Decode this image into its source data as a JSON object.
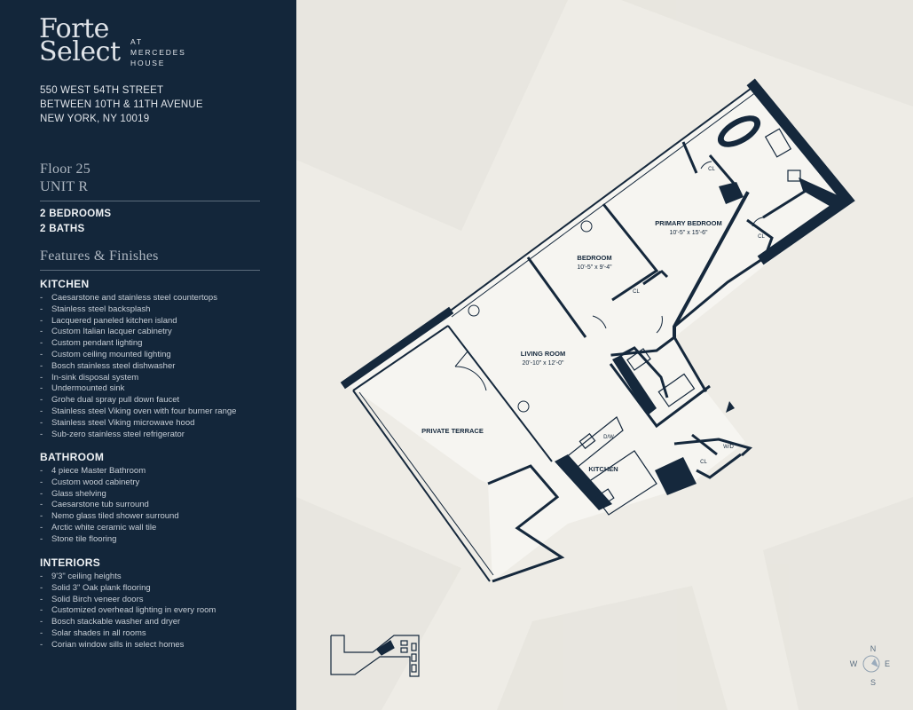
{
  "brand": {
    "word1": "Forte",
    "word2": "Select",
    "sub": [
      "AT",
      "MERCEDES",
      "HOUSE"
    ]
  },
  "address": [
    "550 WEST 54TH STREET",
    "BETWEEN 10TH & 11TH AVENUE",
    "NEW YORK, NY 10019"
  ],
  "unit": {
    "floor": "Floor 25",
    "unit": "UNIT R",
    "bedrooms": "2 BEDROOMS",
    "baths": "2 BATHS"
  },
  "features_title": "Features & Finishes",
  "sections": [
    {
      "title": "KITCHEN",
      "items": [
        "Caesarstone and stainless steel countertops",
        "Stainless steel backsplash",
        "Lacquered paneled kitchen island",
        "Custom Italian lacquer cabinetry",
        "Custom pendant lighting",
        "Custom ceiling mounted lighting",
        "Bosch stainless steel dishwasher",
        "In-sink disposal system",
        "Undermounted sink",
        "Grohe dual spray pull down faucet",
        "Stainless steel Viking oven with four burner range",
        "Stainless steel Viking microwave hood",
        "Sub-zero stainless steel refrigerator"
      ]
    },
    {
      "title": "BATHROOM",
      "items": [
        "4 piece Master Bathroom",
        "Custom wood cabinetry",
        "Glass shelving",
        "Caesarstone tub surround",
        "Nemo glass tiled shower surround",
        "Arctic white ceramic wall tile",
        "Stone tile flooring"
      ]
    },
    {
      "title": "INTERIORS",
      "items": [
        "9'3\" ceiling heights",
        "Solid 3\" Oak plank flooring",
        "Solid Birch veneer doors",
        "Customized overhead lighting in every room",
        "Bosch stackable washer and dryer",
        "Solar shades in all rooms",
        "Corian window sills in select homes"
      ]
    }
  ],
  "rooms": {
    "primary_bedroom": {
      "name": "PRIMARY BEDROOM",
      "dims": "10'-5\" x 15'-6\""
    },
    "bedroom": {
      "name": "BEDROOM",
      "dims": "10'-5\" x 9'-4\""
    },
    "living_room": {
      "name": "LIVING ROOM",
      "dims": "20'-10\" x 12'-0\""
    },
    "private_terrace": {
      "name": "PRIVATE TERRACE"
    },
    "kitchen": {
      "name": "KITCHEN"
    },
    "dw": "D/W",
    "wd": "W/D",
    "cl": "CL"
  },
  "compass": {
    "n": "N",
    "s": "S",
    "e": "E",
    "w": "W"
  },
  "colors": {
    "sidebar": "#13263a",
    "wall": "#15283c",
    "paper": "#eeece6",
    "floor": "#f4f3ef"
  }
}
